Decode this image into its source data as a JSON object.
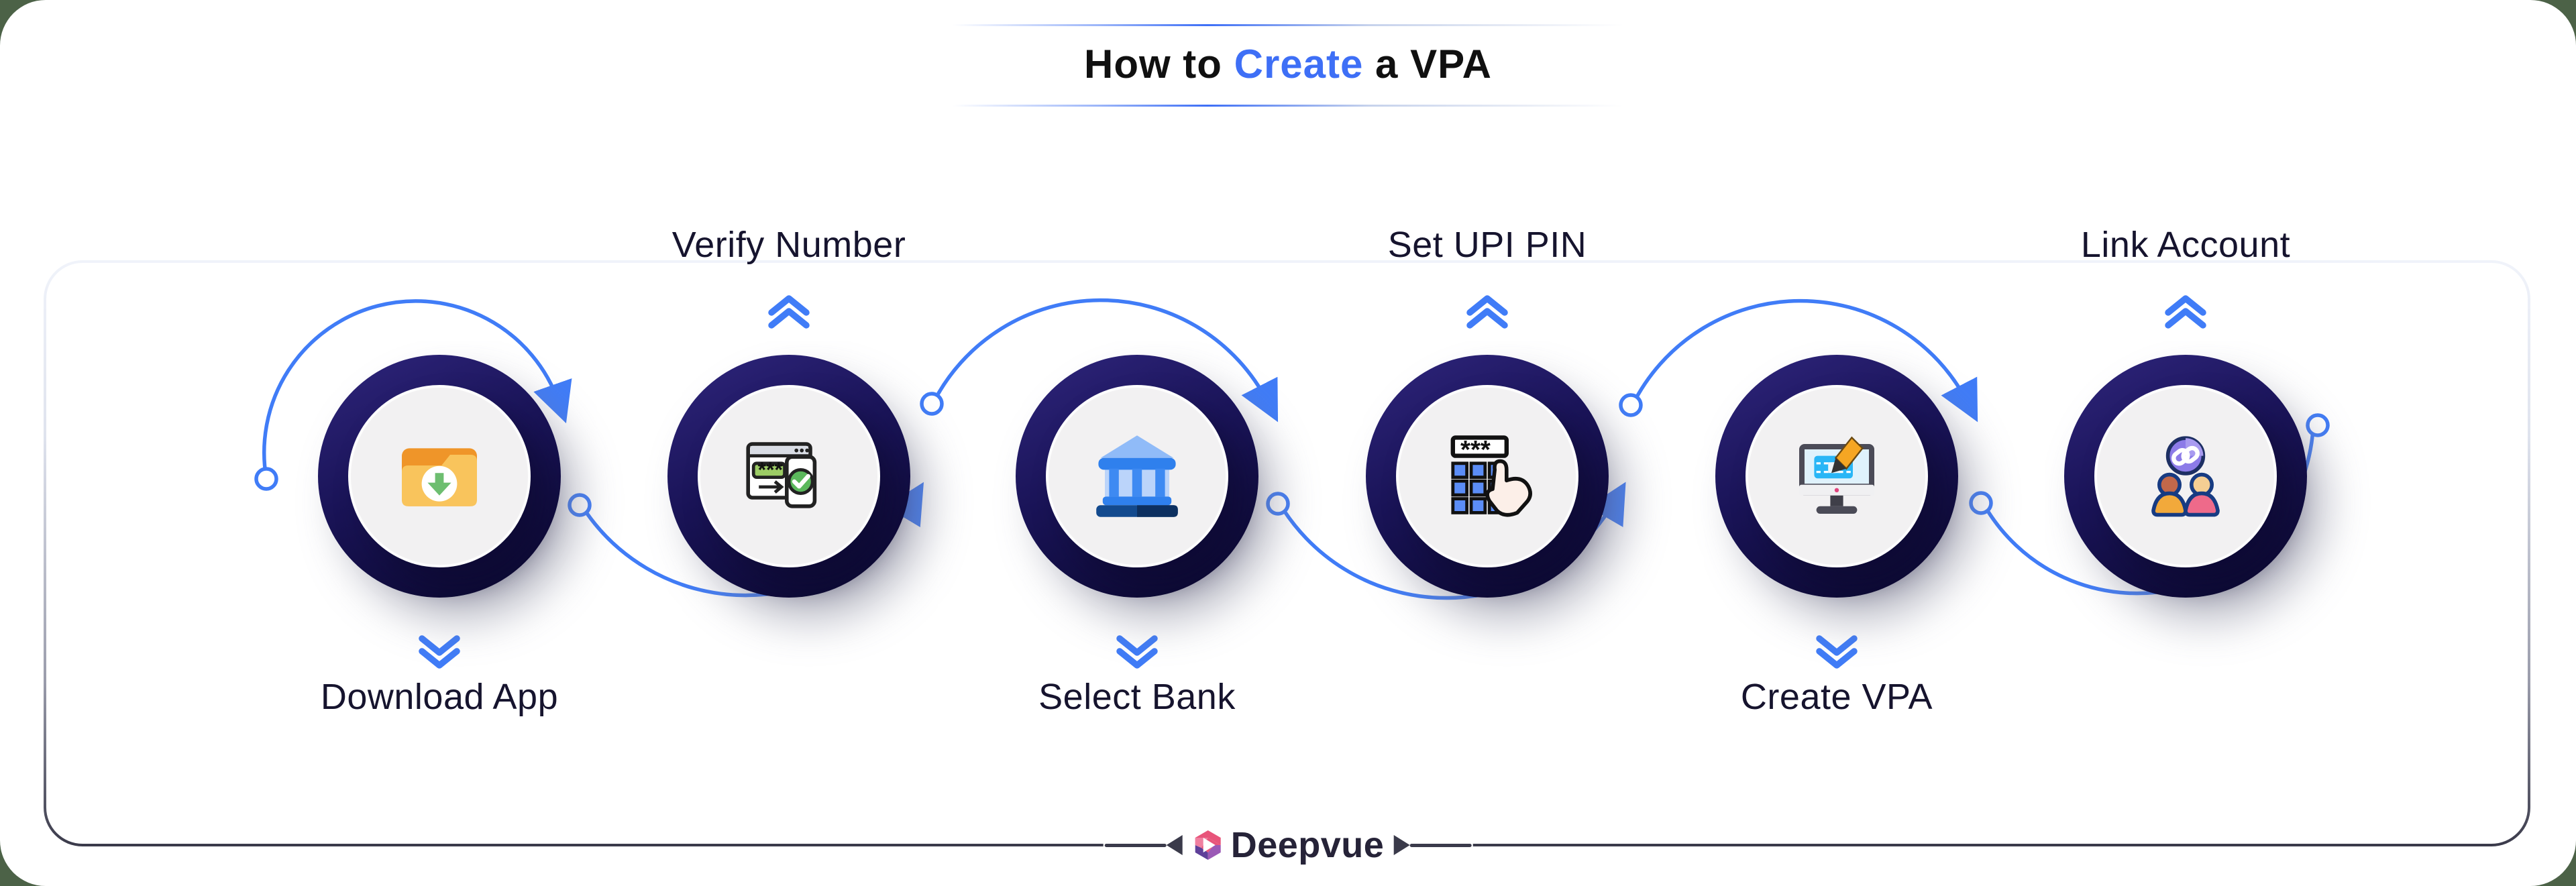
{
  "title": {
    "prefix": "How to ",
    "highlight": "Create",
    "suffix": " a VPA",
    "highlight_color": "#3E6FF6",
    "text_color": "#101010"
  },
  "steps": [
    {
      "label": "Download App",
      "icon": "folder-download-icon",
      "label_position": "bottom"
    },
    {
      "label": "Verify Number",
      "icon": "otp-verify-icon",
      "label_position": "top"
    },
    {
      "label": "Select Bank",
      "icon": "bank-icon",
      "label_position": "bottom"
    },
    {
      "label": "Set UPI PIN",
      "icon": "pin-keypad-icon",
      "label_position": "top"
    },
    {
      "label": "Create VPA",
      "icon": "monitor-pencil-icon",
      "label_position": "bottom"
    },
    {
      "label": "Link Account",
      "icon": "link-users-icon",
      "label_position": "top"
    }
  ],
  "footer": {
    "brand": "Deepvue",
    "logo": "deepvue-hexagon-logo"
  },
  "colors": {
    "accent_blue": "#407CF7",
    "title_highlight": "#3E6FF6",
    "ring_navy_top": "#2B2276",
    "ring_navy_bottom": "#0D0A35",
    "label_text": "#16142E",
    "outer_background": "#4C6247",
    "card_border_dark": "#3A3A4A",
    "brand_pink": "#E8547A",
    "brand_purple": "#5E3F99"
  }
}
